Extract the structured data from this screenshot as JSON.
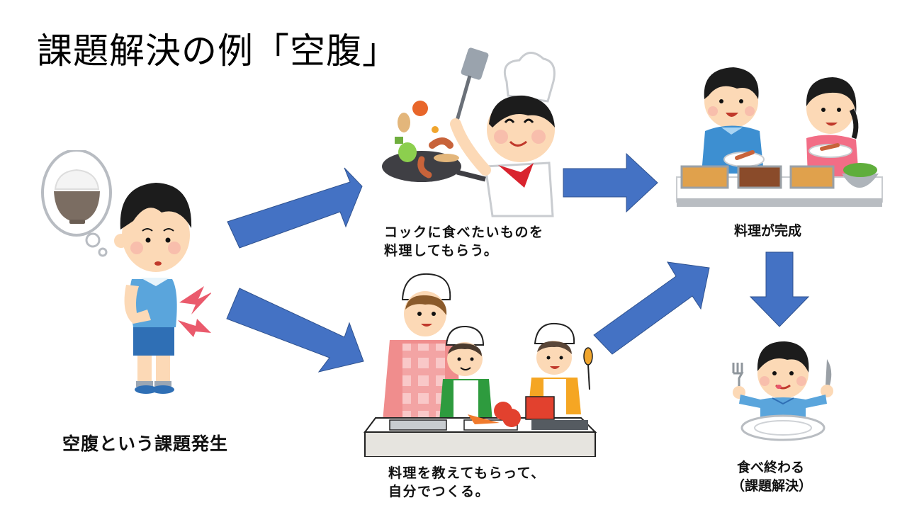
{
  "slide": {
    "title": "課題解決の例「空腹」",
    "background": "#ffffff"
  },
  "colors": {
    "arrow_fill": "#4472C4",
    "arrow_stroke": "#2F528F"
  },
  "nodes": {
    "problem": {
      "label": "空腹という課題発生",
      "illustration": "hungry-boy-thinking-of-rice-bowl"
    },
    "option_chef": {
      "line1": "コックに食べたいものを",
      "line2": "料理してもらう。",
      "illustration": "chef-tossing-frying-pan"
    },
    "option_self": {
      "line1": "料理を教えてもらって、",
      "line2": "自分でつくる。",
      "illustration": "mother-and-children-cooking"
    },
    "result_cooked": {
      "label": "料理が完成",
      "illustration": "children-serving-buffet"
    },
    "result_eaten": {
      "line1": "食べ終わる",
      "line2": "（課題解決）",
      "illustration": "boy-finished-eating-empty-plate"
    }
  },
  "arrows": [
    {
      "from": "problem",
      "to": "option_chef",
      "direction": "up-right"
    },
    {
      "from": "problem",
      "to": "option_self",
      "direction": "down-right"
    },
    {
      "from": "option_chef",
      "to": "result_cooked",
      "direction": "right"
    },
    {
      "from": "option_self",
      "to": "result_cooked",
      "direction": "up-right"
    },
    {
      "from": "result_cooked",
      "to": "result_eaten",
      "direction": "down"
    }
  ]
}
